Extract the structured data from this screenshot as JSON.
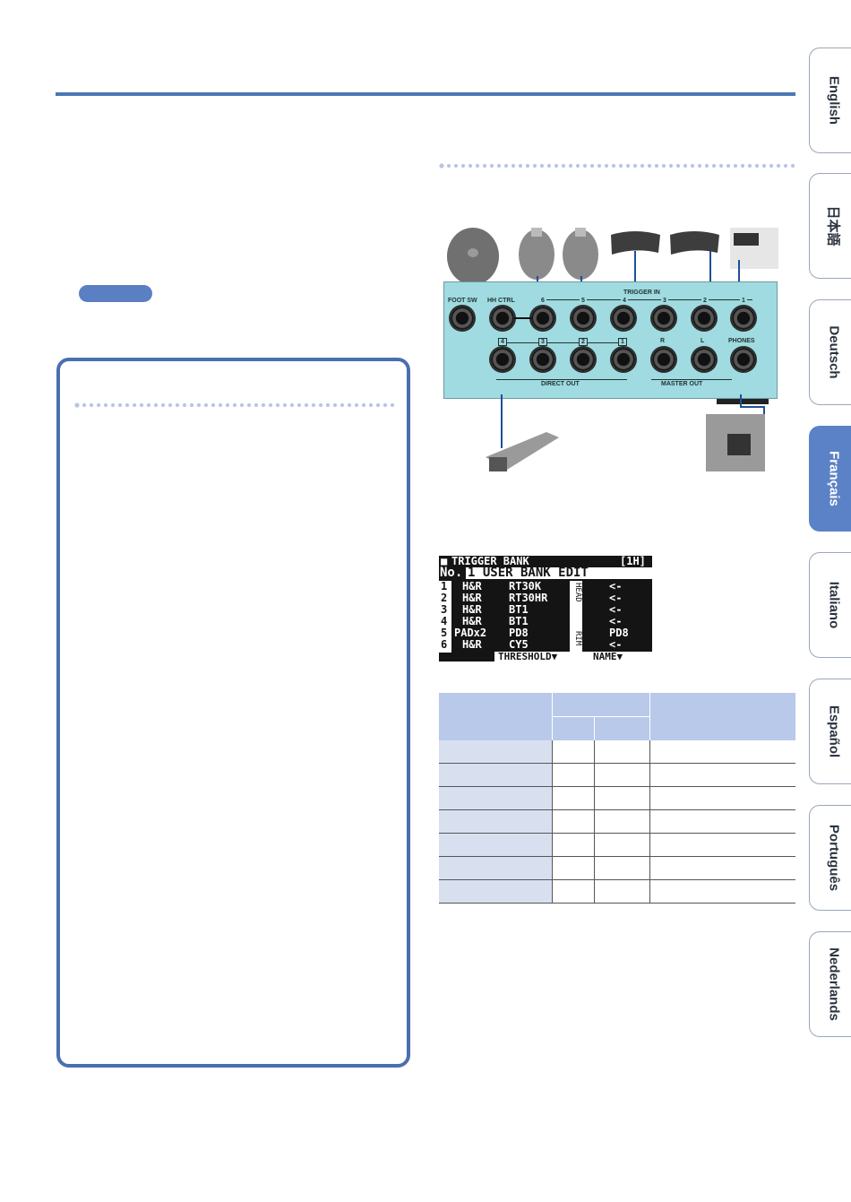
{
  "languages": [
    {
      "label": "English",
      "active": false
    },
    {
      "label": "日本語",
      "active": false
    },
    {
      "label": "Deutsch",
      "active": false
    },
    {
      "label": "Français",
      "active": true
    },
    {
      "label": "Italiano",
      "active": false
    },
    {
      "label": "Español",
      "active": false
    },
    {
      "label": "Português",
      "active": false
    },
    {
      "label": "Nederlands",
      "active": false
    }
  ],
  "panel": {
    "foot_sw": "FOOT SW",
    "hh_ctrl": "HH CTRL",
    "trigger_in": "TRIGGER IN",
    "trigger_numbers": [
      "6",
      "5",
      "4",
      "3",
      "2",
      "1"
    ],
    "direct_numbers": [
      "4",
      "3",
      "2",
      "1"
    ],
    "out_r": "R",
    "out_l": "L",
    "phones": "PHONES",
    "direct_out": "DIRECT OUT",
    "master_out": "MASTER OUT"
  },
  "lcd": {
    "title": "TRIGGER BANK",
    "bank_tag": "[1H]",
    "no_label": "No.",
    "edit_line": "1 USER BANK EDIT",
    "head_label": "HEAD",
    "rim_label": "RIM",
    "rows": [
      {
        "num": "1",
        "type": "H&R",
        "head": "RT30K",
        "rim": "<-"
      },
      {
        "num": "2",
        "type": "H&R",
        "head": "RT30HR",
        "rim": "<-"
      },
      {
        "num": "3",
        "type": "H&R",
        "head": "BT1",
        "rim": "<-"
      },
      {
        "num": "4",
        "type": "H&R",
        "head": "BT1",
        "rim": "<-"
      },
      {
        "num": "5",
        "type": "PADx2",
        "head": "PD8",
        "rim": "PD8"
      },
      {
        "num": "6",
        "type": "H&R",
        "head": "CY5",
        "rim": "<-"
      }
    ],
    "footer_left": "THRESHOLD▼",
    "footer_right": "NAME▼"
  },
  "table": {
    "row_count": 7
  }
}
